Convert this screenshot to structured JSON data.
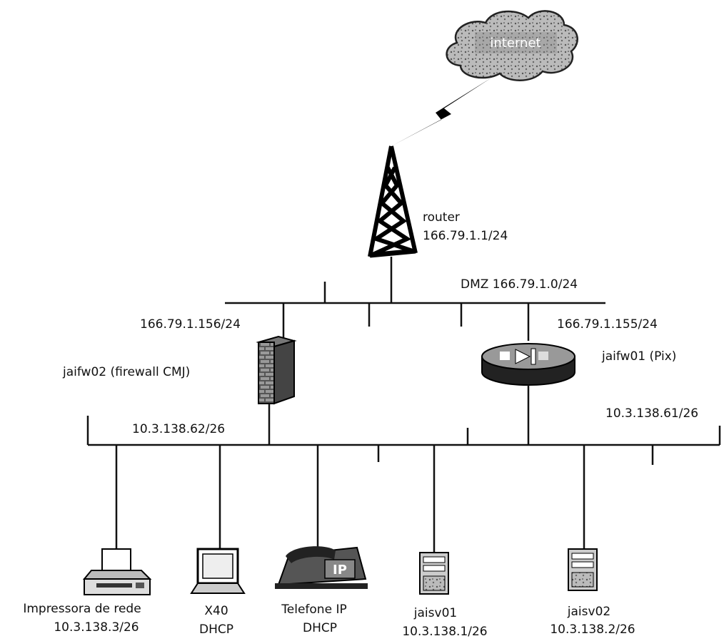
{
  "internet": {
    "label": "internet"
  },
  "router": {
    "name": "router",
    "ip": "166.79.1.1/24"
  },
  "dmz": {
    "label": "DMZ 166.79.1.0/24"
  },
  "firewall_cmj": {
    "outside_ip": "166.79.1.156/24",
    "name": "jaifw02 (firewall CMJ)",
    "inside_ip": "10.3.138.62/26"
  },
  "pix": {
    "outside_ip": "166.79.1.155/24",
    "name": "jaifw01 (Pix)",
    "inside_ip": "10.3.138.61/26"
  },
  "hosts": {
    "printer": {
      "line1": "Impressora de rede",
      "line2": "10.3.138.3/26"
    },
    "x40": {
      "line1": "X40",
      "line2": "DHCP"
    },
    "phone": {
      "line1": "Telefone IP",
      "line2": "DHCP",
      "badge": "IP"
    },
    "jaisv01": {
      "line1": "jaisv01",
      "line2": "10.3.138.1/26"
    },
    "jaisv02": {
      "line1": "jaisv02",
      "line2": "10.3.138.2/26"
    }
  }
}
